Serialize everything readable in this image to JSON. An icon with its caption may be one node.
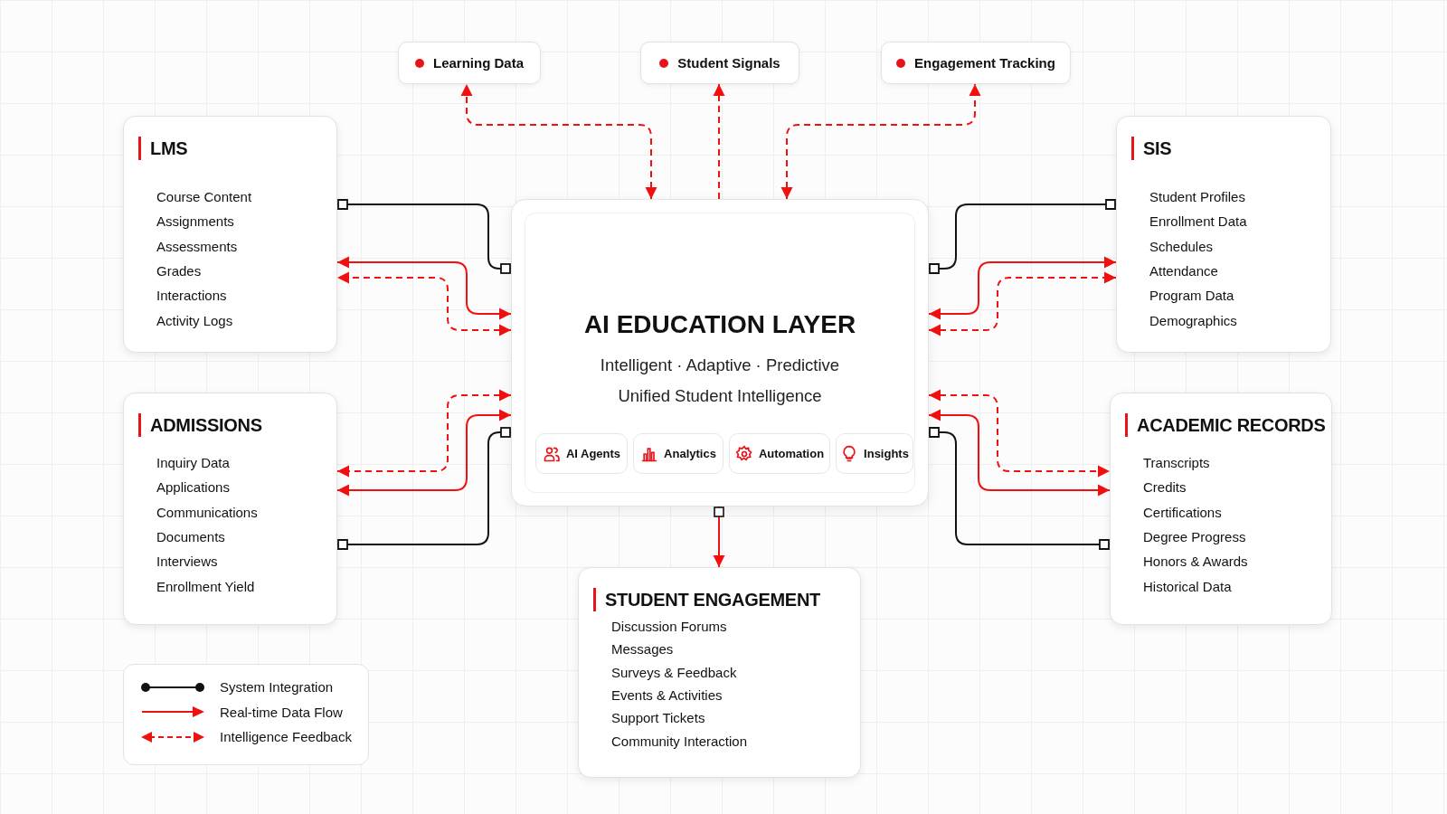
{
  "diagram": {
    "nodes": [
      {
        "text": [
          "Learning Data"
        ]
      },
      {
        "text": [
          "Student Signals"
        ]
      },
      {
        "text": [
          "Engagement Tracking"
        ]
      },
      {
        "text": [
          "LMS",
          "Course Content",
          "Assignments",
          "Assessments",
          "Grades",
          "Interactions",
          "Activity Logs"
        ]
      },
      {
        "text": [
          "AI EDUCATION LAYER",
          "Intelligent · Adaptive · Predictive",
          "Unified Student Intelligence"
        ]
      },
      {
        "text": [
          "AI Agents"
        ],
        "in": 4
      },
      {
        "text": [
          "Analytics"
        ],
        "in": 4
      },
      {
        "text": [
          "Automation"
        ],
        "in": 4
      },
      {
        "text": [
          "Insights"
        ],
        "in": 4
      },
      {
        "text": [
          "SIS",
          "Student Profiles",
          "Enrollment Data",
          "Schedules",
          "Attendance",
          "Program Data",
          "Demographics"
        ]
      },
      {
        "text": [
          "ADMISSIONS",
          "Inquiry Data",
          "Applications",
          "Communications",
          "Documents",
          "Interviews",
          "Enrollment Yield"
        ]
      },
      {
        "text": [
          "ACADEMIC RECORDS",
          "Transcripts",
          "Credits",
          "Certifications",
          "Degree Progress",
          "Honors & Awards",
          "Historical Data"
        ]
      },
      {
        "text": [
          "STUDENT ENGAGEMENT",
          "Discussion Forums",
          "Messages",
          "Surveys & Feedback",
          "Events & Activities",
          "Support Tickets",
          "Community Interaction"
        ]
      }
    ],
    "edges": [
      {
        "from": 4,
        "to": 0,
        "arrow": "both",
        "style": "dashed"
      },
      {
        "from": 4,
        "to": 1,
        "arrow": "to",
        "style": "dashed"
      },
      {
        "from": 4,
        "to": 2,
        "arrow": "both",
        "style": "dashed"
      },
      {
        "from": 3,
        "to": 4,
        "arrow": "other",
        "color": "#111111"
      },
      {
        "from": 4,
        "to": 3,
        "arrow": "both"
      },
      {
        "from": 4,
        "to": 3,
        "arrow": "both",
        "style": "dashed"
      },
      {
        "from": 9,
        "to": 4,
        "arrow": "other",
        "color": "#111111"
      },
      {
        "from": 4,
        "to": 9,
        "arrow": "both"
      },
      {
        "from": 4,
        "to": 9,
        "arrow": "both",
        "style": "dashed"
      },
      {
        "from": 4,
        "to": 10,
        "arrow": "both",
        "style": "dashed"
      },
      {
        "from": 4,
        "to": 10,
        "arrow": "both"
      },
      {
        "from": 10,
        "to": 4,
        "arrow": "other",
        "color": "#111111"
      },
      {
        "from": 4,
        "to": 11,
        "arrow": "both",
        "style": "dashed"
      },
      {
        "from": 4,
        "to": 11,
        "arrow": "both"
      },
      {
        "from": 11,
        "to": 4,
        "arrow": "other",
        "color": "#111111"
      },
      {
        "from": 4,
        "to": 12,
        "arrow": "to"
      }
    ],
    "legend": [
      {
        "text": "System Integration"
      },
      {
        "text": "Real-time Data Flow"
      },
      {
        "text": "Intelligence Feedback"
      }
    ]
  }
}
